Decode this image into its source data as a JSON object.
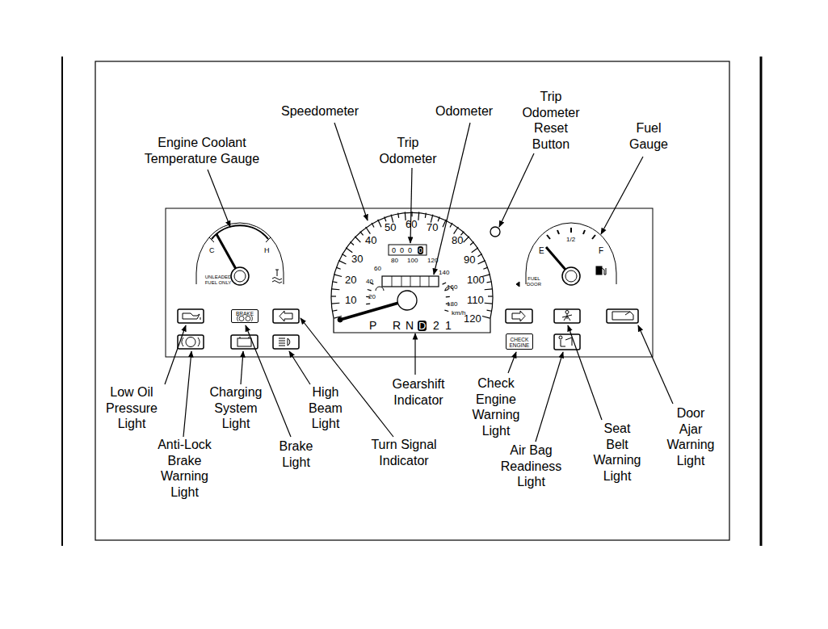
{
  "diagram": {
    "nodes": [
      {
        "text": [
          "BRAKE"
        ]
      },
      {
        "text": [
          "CHECK ENGINE"
        ]
      }
    ],
    "labels": [
      "Speedometer",
      "Odometer",
      "Trip Odometer Reset Button",
      "Fuel Gauge",
      "Trip Odometer",
      "Engine Coolant Temperature Gauge",
      "Low Oil Pressure Light",
      "Anti-Lock Brake Warning Light",
      "Charging System Light",
      "High Beam Light",
      "Brake Light",
      "Turn Signal Indicator",
      "Gearshift Indicator",
      "Check Engine Warning Light",
      "Air Bag Readiness Light",
      "Seat Belt Warning Light",
      "Door Ajar Warning Light",
      "C",
      "H",
      "UNLEADED FUEL ONLY",
      "E",
      "1/2",
      "F",
      "FUEL DOOR",
      "10",
      "20",
      "30",
      "40",
      "50",
      "60",
      "70",
      "80",
      "90",
      "100",
      "110",
      "120",
      "20",
      "40",
      "60",
      "80",
      "100",
      "120",
      "140",
      "160",
      "180",
      "km/h",
      "0",
      "0",
      "0",
      "0",
      "P",
      "R",
      "N",
      "D",
      "2",
      "1"
    ]
  }
}
